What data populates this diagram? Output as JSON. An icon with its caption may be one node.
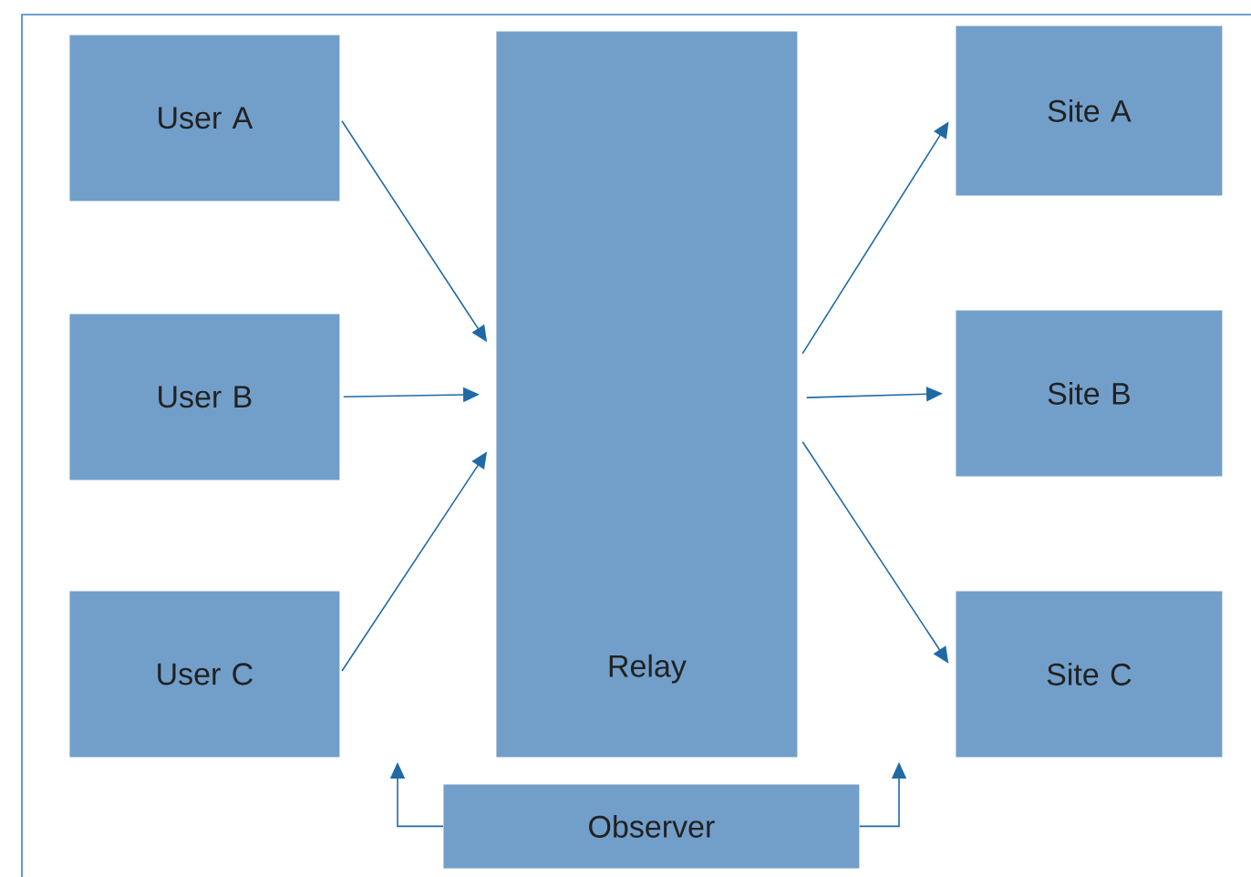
{
  "diagram": {
    "nodes": [
      {
        "text": [
          "User A"
        ]
      },
      {
        "text": [
          "User B"
        ]
      },
      {
        "text": [
          "User C"
        ]
      },
      {
        "text": [
          "Relay"
        ]
      },
      {
        "text": [
          "Site A"
        ]
      },
      {
        "text": [
          "Site B"
        ]
      },
      {
        "text": [
          "Site C"
        ]
      },
      {
        "text": [
          "Observer"
        ]
      }
    ],
    "edges": [
      {
        "from": 0,
        "to": 3,
        "arrow": "to"
      },
      {
        "from": 1,
        "to": 3,
        "arrow": "to"
      },
      {
        "from": 2,
        "to": 3,
        "arrow": "to"
      },
      {
        "from": 3,
        "to": 4,
        "arrow": "to"
      },
      {
        "from": 3,
        "to": 5,
        "arrow": "to"
      },
      {
        "from": 3,
        "to": 6,
        "arrow": "to"
      },
      {
        "from": 7,
        "to": null,
        "arrow": "to"
      },
      {
        "from": 7,
        "to": null,
        "arrow": "to"
      }
    ]
  }
}
